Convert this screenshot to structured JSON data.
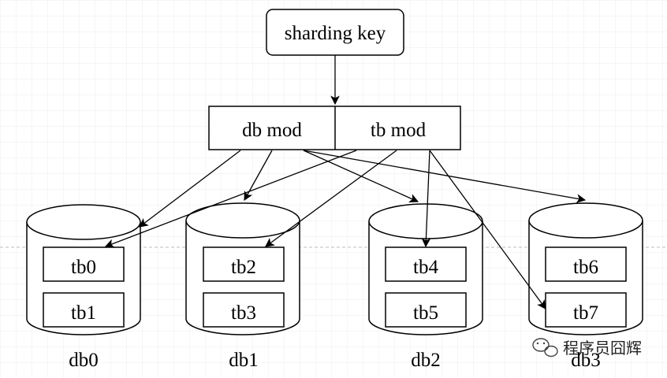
{
  "diagram": {
    "root": {
      "label": "sharding key"
    },
    "router": {
      "left_label": "db mod",
      "right_label": "tb mod"
    },
    "databases": [
      {
        "label": "db0",
        "tables": [
          "tb0",
          "tb1"
        ]
      },
      {
        "label": "db1",
        "tables": [
          "tb2",
          "tb3"
        ]
      },
      {
        "label": "db2",
        "tables": [
          "tb4",
          "tb5"
        ]
      },
      {
        "label": "db3",
        "tables": [
          "tb6",
          "tb7"
        ]
      }
    ]
  },
  "watermark": {
    "text": "程序员囧辉",
    "icon": "wechat-icon"
  },
  "colors": {
    "stroke": "#000000",
    "grid": "#e6e6e6",
    "background": "#ffffff"
  }
}
